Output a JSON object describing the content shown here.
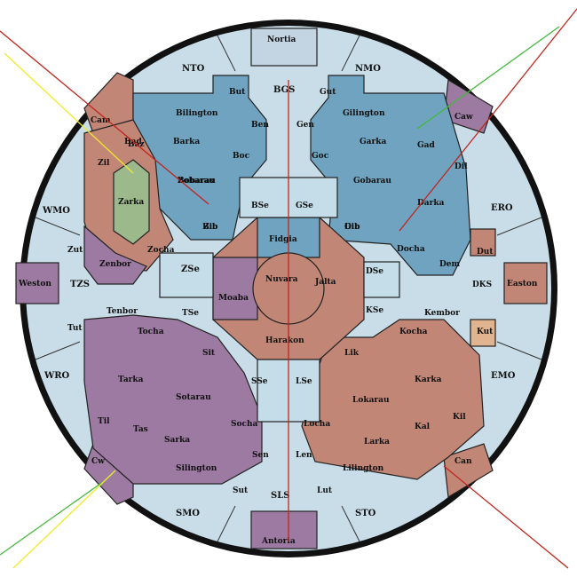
{
  "board": {
    "colors": {
      "outer_ring": "#c9dde8",
      "ring_border": "#111111",
      "blue": "#6fa3c0",
      "purple": "#9c7aa2",
      "terracotta": "#c18676",
      "green": "#9cb98b",
      "tan": "#e0b48f",
      "light_blue": "#c5dde8",
      "red_line": "#c0261c",
      "yellow_line": "#f0ea2a",
      "green_line": "#43b83b"
    },
    "outer_labels": [
      "Nortia",
      "NTO",
      "NMO",
      "ERO",
      "Easton",
      "EMO",
      "STO",
      "SLS",
      "SMO",
      "WRO",
      "Weston",
      "WMO",
      "Antoria"
    ],
    "regions": {
      "north": [
        "BGS",
        "But",
        "Gut",
        "Ben",
        "Gen",
        "Boc",
        "Goc",
        "Bilington",
        "Gilington",
        "Barka",
        "Garka",
        "Bobarau",
        "Gobarau",
        "Bib",
        "Gib",
        "Bad",
        "Gad"
      ],
      "east": [
        "Dil",
        "Darka",
        "Dut",
        "Dib",
        "Docha",
        "Dem",
        "DKS",
        "DSe",
        "Kut",
        "Kembor",
        "Kocha"
      ],
      "south": [
        "SLS",
        "Sut",
        "Lut",
        "Sen",
        "Len",
        "Socha",
        "Locha",
        "Sarka",
        "Larka",
        "Silington",
        "Lilington",
        "Sit",
        "Lik",
        "Sotarau",
        "Lokarau",
        "Tas",
        "Kal",
        "Kil",
        "Karka"
      ],
      "west": [
        "Zil",
        "Zarka",
        "Zocha",
        "Zenbor",
        "Zut",
        "Zib",
        "Zobarau",
        "Tenbor",
        "Tocha",
        "Tarka",
        "Til",
        "Tut",
        "TZS",
        "Weston",
        "Baz"
      ],
      "center": [
        "Fidgia",
        "Nuvara",
        "Jalta",
        "Harakon",
        "Moaba",
        "ZSe",
        "GSe",
        "BSe",
        "KSe",
        "TSe",
        "SSe",
        "LSe"
      ],
      "corners": [
        "Cam",
        "Caw",
        "Cw",
        "Can"
      ]
    }
  }
}
